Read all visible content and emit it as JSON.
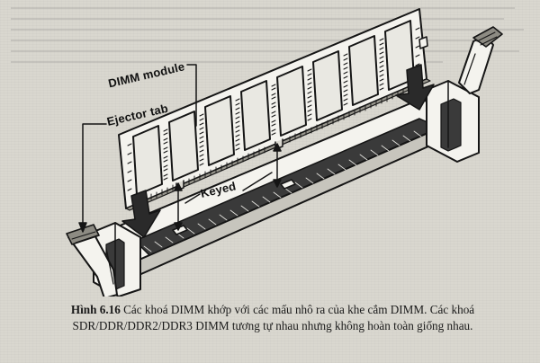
{
  "figure": {
    "labels": {
      "dimm_module": "DIMM module",
      "ejector_tab": "Ejector tab",
      "keyed": "Keyed"
    },
    "colors": {
      "line": "#151515",
      "fill_light": "#f4f3ee",
      "fill_mid": "#c7c5bd",
      "fill_dark": "#3a3a3a"
    }
  },
  "caption": {
    "label": "Hình 6.16",
    "text": " Các khoá DIMM khớp với các mấu nhô ra của khe cắm DIMM. Các khoá SDR/DDR/DDR2/DDR3 DIMM tương tự nhau nhưng không hoàn toàn giống nhau."
  }
}
